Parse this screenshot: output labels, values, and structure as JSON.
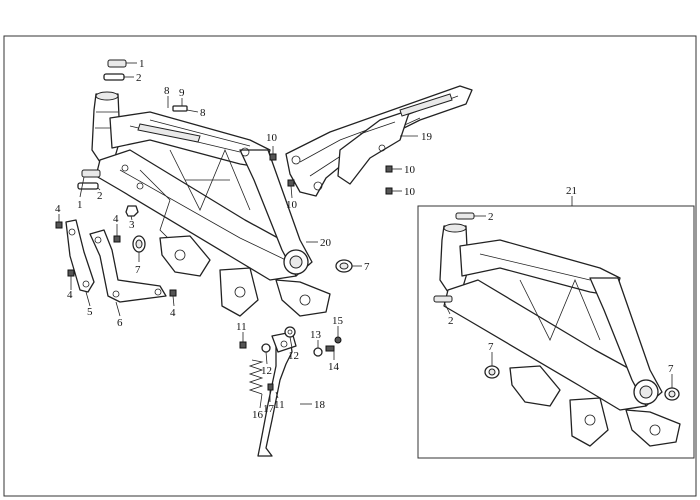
{
  "callouts": [
    {
      "id": "c1a",
      "text": "1"
    },
    {
      "id": "c2a",
      "text": "2"
    },
    {
      "id": "c8a",
      "text": "8"
    },
    {
      "id": "c9",
      "text": "9"
    },
    {
      "id": "c8b",
      "text": "8"
    },
    {
      "id": "c1b",
      "text": "1"
    },
    {
      "id": "c2b",
      "text": "2"
    },
    {
      "id": "c4a",
      "text": "4"
    },
    {
      "id": "c4b",
      "text": "4"
    },
    {
      "id": "c3",
      "text": "3"
    },
    {
      "id": "c7a",
      "text": "7"
    },
    {
      "id": "c4c",
      "text": "4"
    },
    {
      "id": "c5",
      "text": "5"
    },
    {
      "id": "c6",
      "text": "6"
    },
    {
      "id": "c4d",
      "text": "4"
    },
    {
      "id": "c10a",
      "text": "10"
    },
    {
      "id": "c10b",
      "text": "10"
    },
    {
      "id": "c19",
      "text": "19"
    },
    {
      "id": "c10c",
      "text": "10"
    },
    {
      "id": "c10d",
      "text": "10"
    },
    {
      "id": "c20",
      "text": "20"
    },
    {
      "id": "c7b",
      "text": "7"
    },
    {
      "id": "c11a",
      "text": "11"
    },
    {
      "id": "c12a",
      "text": "12"
    },
    {
      "id": "c12b",
      "text": "12"
    },
    {
      "id": "c13",
      "text": "13"
    },
    {
      "id": "c15",
      "text": "15"
    },
    {
      "id": "c14",
      "text": "14"
    },
    {
      "id": "c16",
      "text": "16"
    },
    {
      "id": "c17",
      "text": "17"
    },
    {
      "id": "c11b",
      "text": "11"
    },
    {
      "id": "c18",
      "text": "18"
    },
    {
      "id": "c21",
      "text": "21"
    },
    {
      "id": "c2c",
      "text": "2"
    },
    {
      "id": "c2d",
      "text": "2"
    },
    {
      "id": "c7c",
      "text": "7"
    },
    {
      "id": "c7d",
      "text": "7"
    }
  ]
}
